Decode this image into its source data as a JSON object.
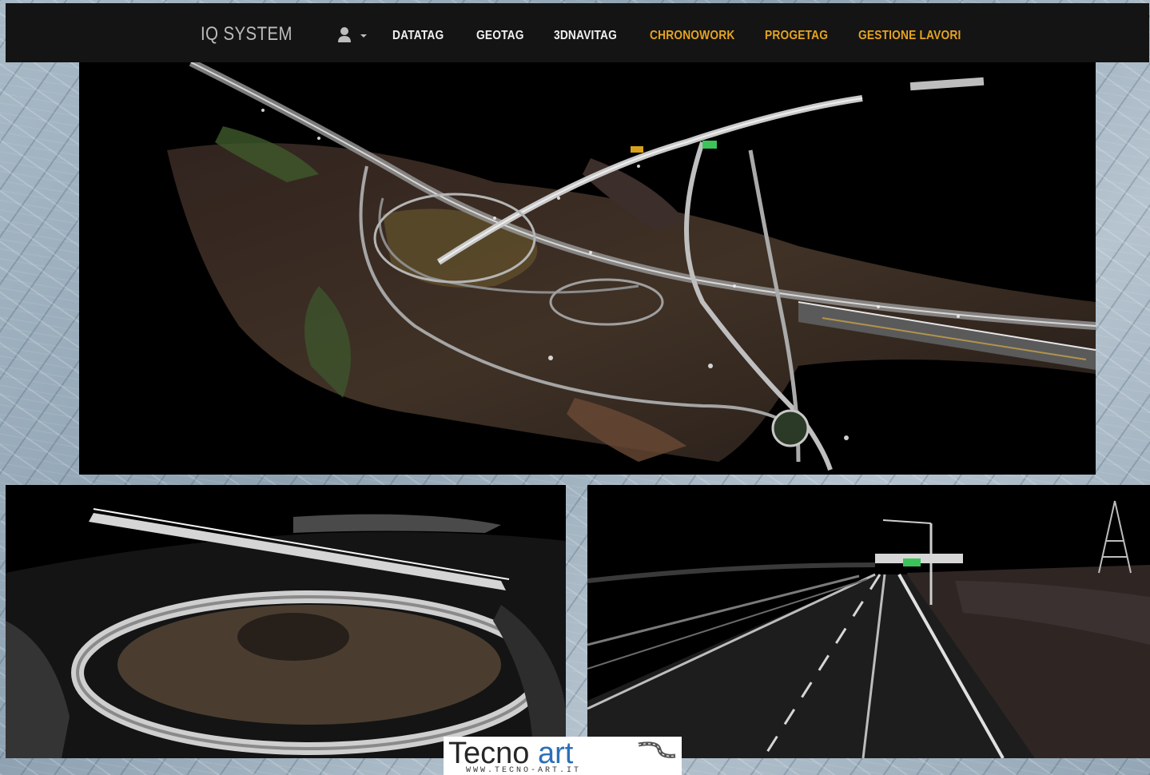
{
  "navbar": {
    "brand": "IQ SYSTEM",
    "user_menu_icon": "user-icon",
    "caret_icon": "caret-down-icon",
    "links": [
      {
        "label": "DATATAG",
        "color": "#f1f1f1"
      },
      {
        "label": "GEOTAG",
        "color": "#f1f1f1"
      },
      {
        "label": "3DNAVITAG",
        "color": "#f1f1f1"
      },
      {
        "label": "CHRONOWORK",
        "color": "#e5a322"
      },
      {
        "label": "PROGETAG",
        "color": "#e5a322"
      },
      {
        "label": "GESTIONE LAVORI",
        "color": "#e5a322"
      }
    ]
  },
  "logo": {
    "word_main": "Tecno",
    "word_accent": "art",
    "url": "WWW.TECNO-ART.IT",
    "accent_color": "#2d6fb6"
  },
  "colors": {
    "navbar_bg": "#141414",
    "panel_bg": "#000000"
  }
}
